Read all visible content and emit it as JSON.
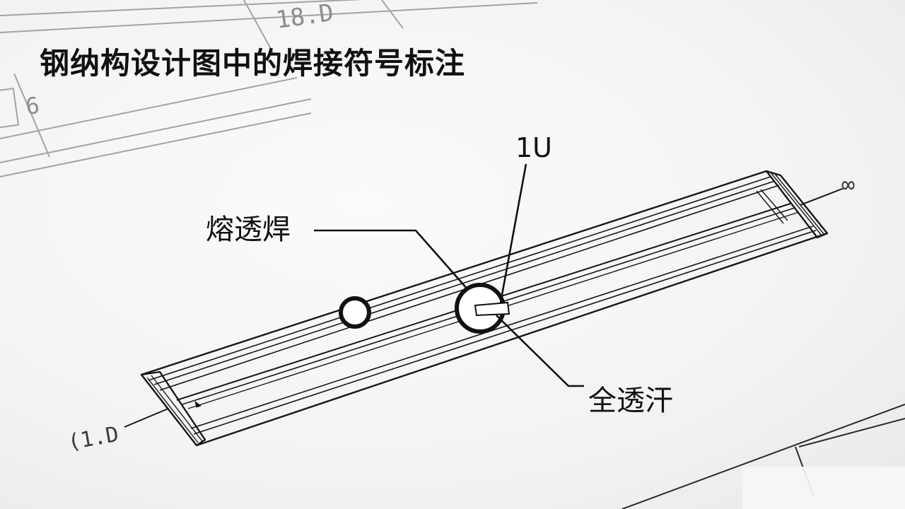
{
  "title": "钢纳构设计图中的焊接符号标注",
  "callouts": {
    "top": "1U",
    "left": "熔透焊",
    "right": "全透汗"
  },
  "end_marks": {
    "left": "(1.D",
    "right": "∞"
  },
  "background_frame": {
    "cell_top": "18.D",
    "cell_left": "6"
  },
  "colors": {
    "ink": "#111111",
    "paper": "#f4f4f3",
    "faint_line": "#9a9a9a"
  }
}
